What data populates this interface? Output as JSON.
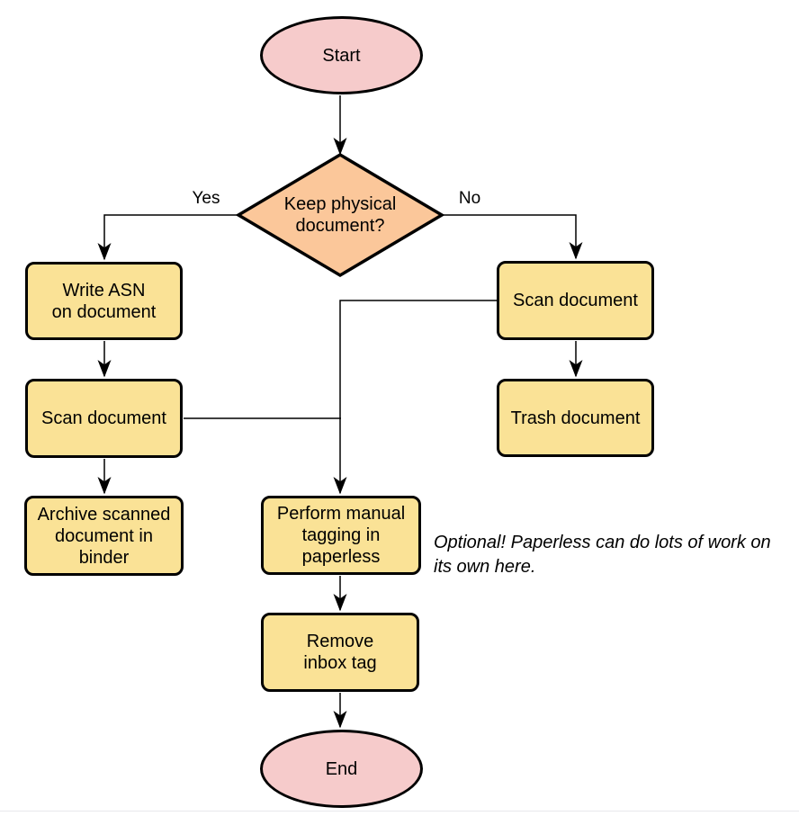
{
  "diagram": {
    "nodes": {
      "start": {
        "label": "Start",
        "type": "terminal"
      },
      "decision": {
        "label": "Keep physical\ndocument?",
        "type": "decision"
      },
      "write_asn": {
        "label": "Write ASN\non document",
        "type": "process"
      },
      "scan_left": {
        "label": "Scan document",
        "type": "process"
      },
      "archive": {
        "label": "Archive scanned\ndocument in\nbinder",
        "type": "process"
      },
      "scan_right": {
        "label": "Scan document",
        "type": "process"
      },
      "trash": {
        "label": "Trash document",
        "type": "process"
      },
      "tagging": {
        "label": "Perform manual\ntagging in\npaperless",
        "type": "process"
      },
      "remove_inbox": {
        "label": "Remove\ninbox tag",
        "type": "process"
      },
      "end": {
        "label": "End",
        "type": "terminal"
      }
    },
    "edge_labels": {
      "yes": "Yes",
      "no": "No"
    },
    "note": "Optional! Paperless can do lots of work on\nits own here.",
    "colors": {
      "terminal_fill": "#F6CBCB",
      "decision_fill": "#FBC79A",
      "process_fill": "#FAE296",
      "stroke": "#000000",
      "background": "#FFFFFF"
    }
  }
}
